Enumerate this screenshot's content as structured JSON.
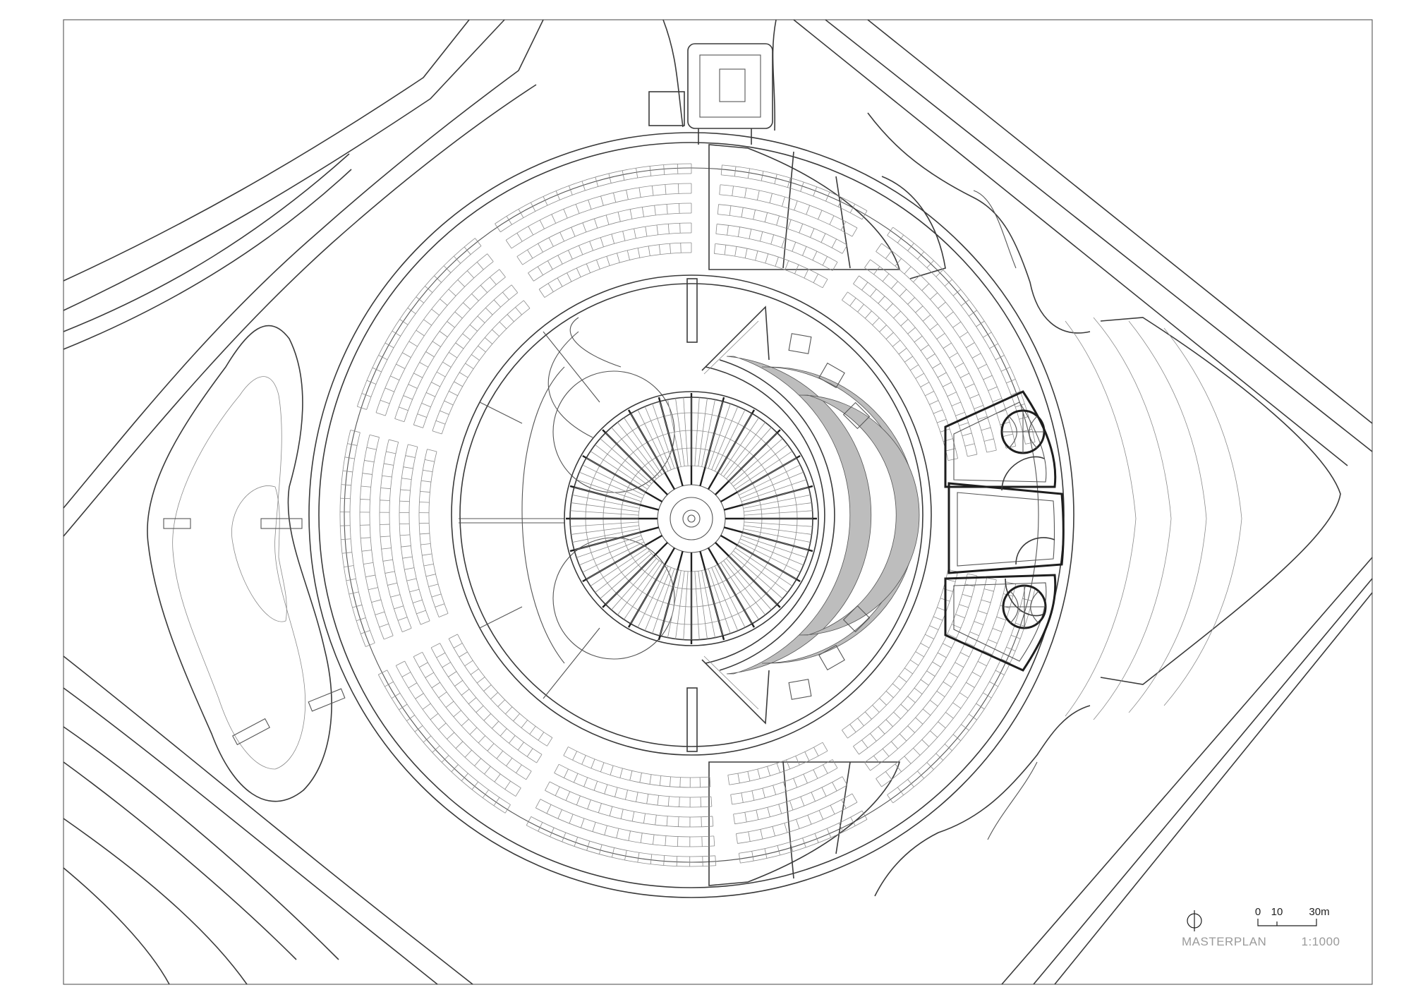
{
  "drawing": {
    "title": "MASTERPLAN",
    "scale_ratio": "1:1000",
    "scale_bar": {
      "labels": [
        "0",
        "10",
        "30m"
      ],
      "values_m": [
        0,
        10,
        30
      ]
    },
    "north_arrow": "north-arrow-icon"
  },
  "plan": {
    "seating_rings": 5,
    "roof_ribs": 24,
    "courts": 3,
    "basketballs": 2
  },
  "colors": {
    "line": "#3a3a3a",
    "fill_dark": "#bdbdbd",
    "label": "#9a9a9a"
  }
}
